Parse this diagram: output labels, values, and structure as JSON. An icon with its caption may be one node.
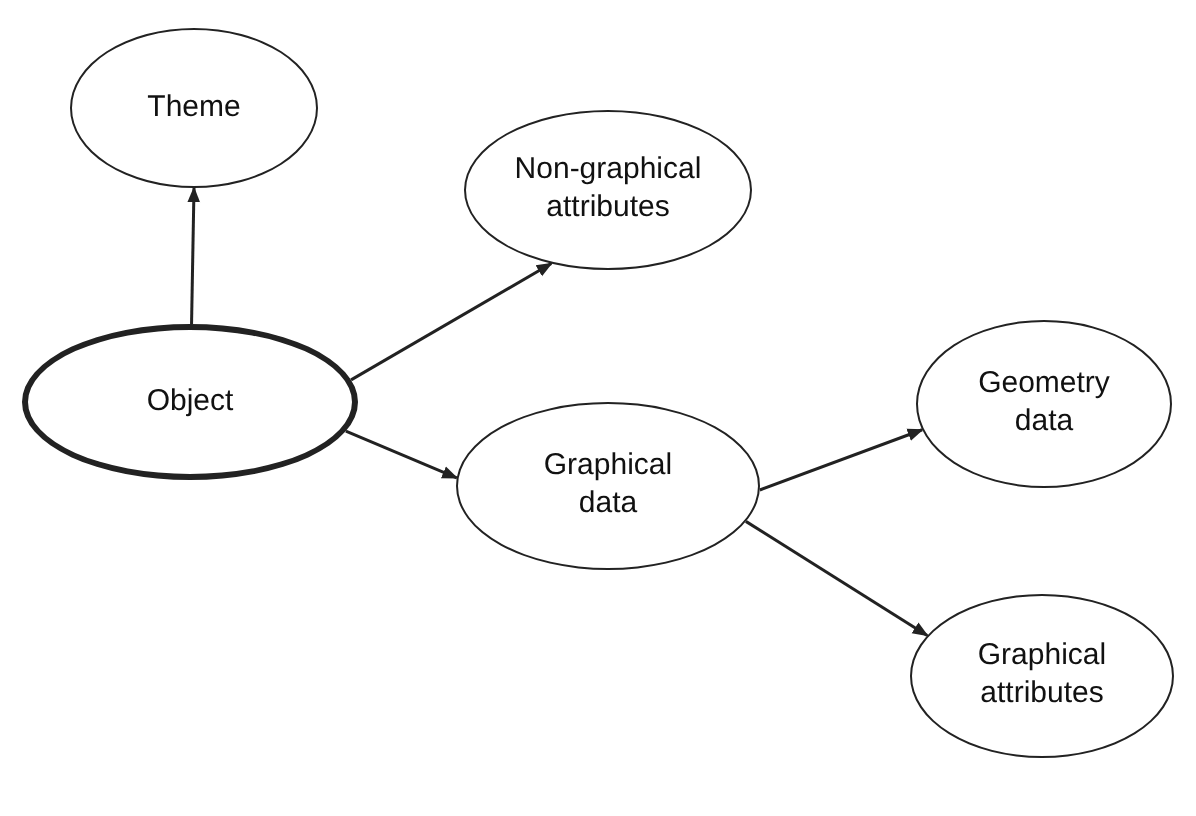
{
  "diagram": {
    "nodes": [
      {
        "text": [
          "Theme"
        ]
      },
      {
        "text": [
          "Object"
        ]
      },
      {
        "text": [
          "Non-graphical attributes"
        ]
      },
      {
        "text": [
          "Graphical data"
        ]
      },
      {
        "text": [
          "Geometry data"
        ]
      },
      {
        "text": [
          "Graphical attributes"
        ]
      }
    ],
    "edges": [
      {
        "from": 1,
        "to": 0,
        "arrow": "to"
      },
      {
        "from": 1,
        "to": 2,
        "arrow": "to"
      },
      {
        "from": 1,
        "to": 3,
        "arrow": "to"
      },
      {
        "from": 3,
        "to": 4,
        "arrow": "to"
      },
      {
        "from": 3,
        "to": 5,
        "arrow": "to"
      }
    ]
  }
}
